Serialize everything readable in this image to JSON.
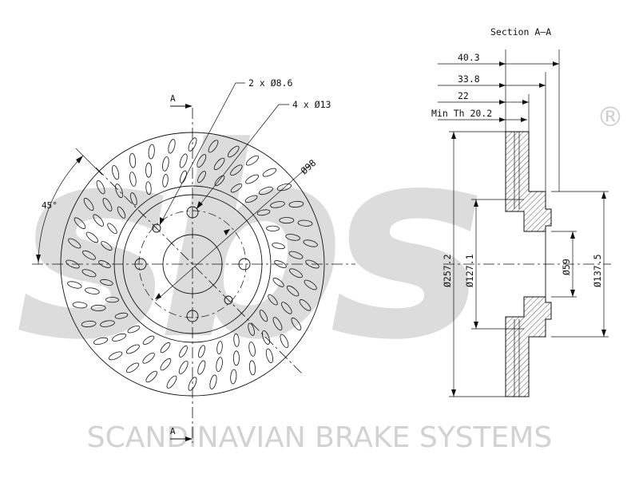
{
  "colors": {
    "watermark": "#d9d9d9",
    "line": "#111111",
    "hatch": "#555555"
  },
  "watermark": {
    "logo_text": "sbs",
    "registered_mark": "®",
    "company": "SCANDINAVIAN BRAKE SYSTEMS"
  },
  "section_marker": {
    "letter_top": "A",
    "letter_bottom": "A",
    "title": "Section A–A"
  },
  "front_view": {
    "hole_callout_small": "2 x Ø8.6",
    "hole_callout_bolt": "4 x Ø13",
    "pcd": "Ø98",
    "angle": "45°"
  },
  "section_view": {
    "dims": {
      "d1": "40.3",
      "d2": "33.8",
      "d3": "22",
      "min_th": "Min Th 20.2",
      "outer_dia": "Ø257.2",
      "hat_dia": "Ø127.1",
      "bore_dia": "Ø59",
      "hub_dia": "Ø137.5"
    }
  }
}
